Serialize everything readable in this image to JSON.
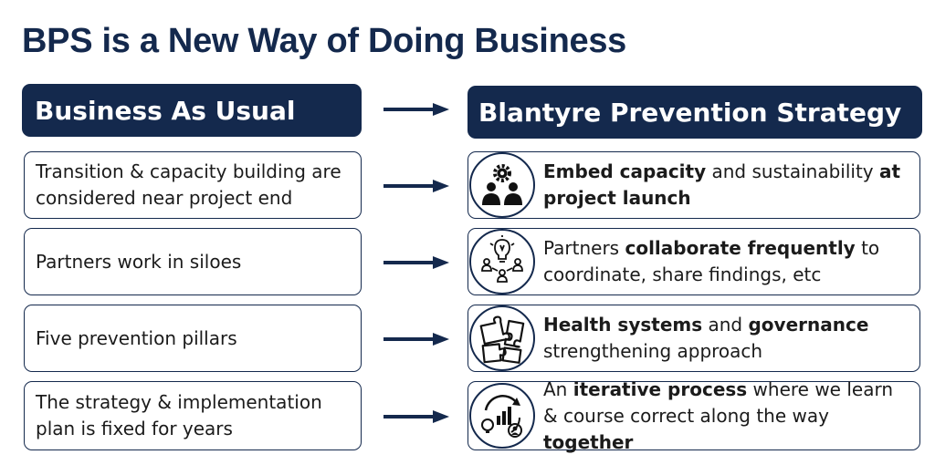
{
  "title": "BPS is a New Way of Doing Business",
  "left_header": "Business As Usual",
  "right_header": "Blantyre Prevention Strategy",
  "rows": [
    {
      "left": "Transition & capacity building are considered near project end",
      "right_parts": [
        {
          "text": "Embed capacity",
          "bold": true
        },
        {
          "text": " and sustainability ",
          "bold": false
        },
        {
          "text": "at project launch",
          "bold": true
        }
      ],
      "icon": "gear-people-icon"
    },
    {
      "left": "Partners work in siloes",
      "right_parts": [
        {
          "text": "Partners ",
          "bold": false
        },
        {
          "text": "collaborate frequently",
          "bold": true
        },
        {
          "text": " to coordinate, share findings, etc",
          "bold": false
        }
      ],
      "icon": "lightbulb-team-icon"
    },
    {
      "left": "Five prevention pillars",
      "right_parts": [
        {
          "text": "Health systems",
          "bold": true
        },
        {
          "text": " and ",
          "bold": false
        },
        {
          "text": "governance",
          "bold": true
        },
        {
          "text": " strengthening approach",
          "bold": false
        }
      ],
      "icon": "puzzle-icon"
    },
    {
      "left": "The strategy & implementation plan is fixed for years",
      "right_parts": [
        {
          "text": "An ",
          "bold": false
        },
        {
          "text": "iterative process",
          "bold": true
        },
        {
          "text": " where we learn & course correct along the way ",
          "bold": false
        },
        {
          "text": "together",
          "bold": true
        }
      ],
      "icon": "iterative-cycle-icon"
    }
  ],
  "colors": {
    "navy": "#14294d",
    "text": "#1b1b1b"
  }
}
